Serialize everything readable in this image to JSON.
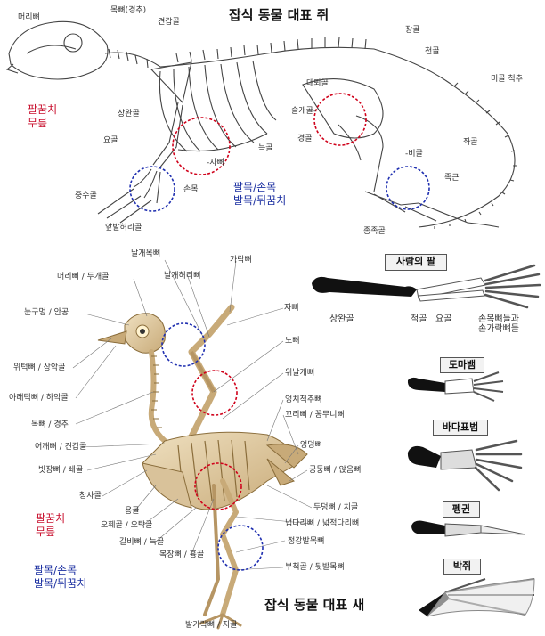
{
  "rat": {
    "title": "잡식 동물 대표 쥐",
    "labels": {
      "skull": "머리뼈",
      "neck": "목뼈(경추)",
      "scapula": "견갑골",
      "humerus": "상완골",
      "ulna": "요골",
      "radius": "-자뼈",
      "metacarpal": "중수골",
      "wrist": "손목",
      "front_toe": "앞발허리골",
      "rib": "늑골",
      "pelvis": "장골",
      "sacrum": "천골",
      "tail": "미골 척추",
      "sitbone": "좌골",
      "femur": "대퇴골",
      "patella": "슬개골-",
      "tibia": "경골",
      "fibula": "-비골",
      "heel": "족근",
      "foot": "종족골"
    },
    "note_red": "팔꿈치\n무릎",
    "note_blue": "팔목/손목\n발목/뒤꿈치"
  },
  "bird": {
    "title": "잡식 동물 대표 새",
    "labels": {
      "wing_carpal": "날개목뼈",
      "wing_meta": "날개허리뼈",
      "finger": "가락뼈",
      "skull": "머리뼈 / 두개골",
      "eye": "눈구멍 / 안공",
      "upper_jaw": "위턱뼈 / 상악골",
      "lower_jaw": "아래턱뼈 / 하악골",
      "neck": "목뼈 / 경추",
      "scapula": "어깨뼈 / 견갑골",
      "furcula": "빗장뼈 / 쇄골",
      "sternum": "창사골",
      "keel": "용골",
      "coracoid": "오훼골 / 오탁골",
      "rib": "갈비뼈 / 늑골",
      "breast": "복장뼈 / 흉골",
      "ulna": "자뼈",
      "radius": "노뼈",
      "humerus": "위날개뼈",
      "synsacrum": "엉치척추뼈",
      "pygostyle": "꼬리뼈 / 꽁무니뼈",
      "hip": "엉덩뼈",
      "pubis": "궁둥뼈 / 앉음뼈",
      "pelvis2": "두덩뼈 / 치골",
      "femur": "넙다리뼈 / 넓적다리뼈",
      "tibiotarsus": "정강발목뼈",
      "tarsometatarsus": "부척골 / 뒷발목뼈",
      "toes": "발가락뼈 / 지골"
    },
    "note_red": "팔꿈치\n무릎",
    "note_blue": "팔목/손목\n발목/뒤꿈치"
  },
  "comparison": {
    "human_title": "사람의 팔",
    "labels": [
      "상완골",
      "척골",
      "요골",
      "손목뼈들과\n손가락뼈들"
    ],
    "lizard": "도마뱀",
    "seal": "바다표범",
    "penguin": "펭귄",
    "bat": "박쥐"
  },
  "colors": {
    "red_circle": "#d0021b",
    "blue_circle": "#1f2fb0",
    "bone": "#d9c29a"
  }
}
